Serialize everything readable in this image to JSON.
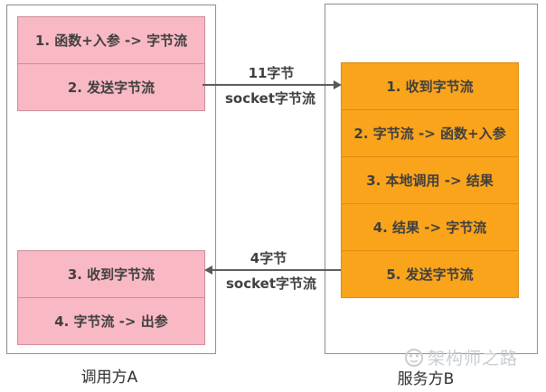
{
  "diagram": {
    "caller": {
      "label": "调用方A",
      "top_box": {
        "rows": [
          "1. 函数+入参 -> 字节流",
          "2. 发送字节流"
        ]
      },
      "bottom_box": {
        "rows": [
          "3. 收到字节流",
          "4. 字节流 -> 出参"
        ]
      }
    },
    "server": {
      "label": "服务方B",
      "box": {
        "rows": [
          "1. 收到字节流",
          "2. 字节流 -> 函数+入参",
          "3. 本地调用 -> 结果",
          "4. 结果 -> 字节流",
          "5. 发送字节流"
        ]
      }
    },
    "arrows": {
      "request": {
        "direction": "right",
        "bytes_label": "11字节",
        "socket_label": "socket字节流"
      },
      "response": {
        "direction": "left",
        "bytes_label": "4字节",
        "socket_label": "socket字节流"
      }
    },
    "watermark": {
      "text": "架构师之路"
    },
    "colors": {
      "caller_fill": "#f9b9c4",
      "caller_border": "#cf8b96",
      "server_fill": "#faa41b",
      "server_border": "#df8a10",
      "panel_border": "#8f8f8f",
      "arrow": "#595959",
      "text": "#3f3f3f",
      "watermark": "#c9cdd1"
    }
  }
}
